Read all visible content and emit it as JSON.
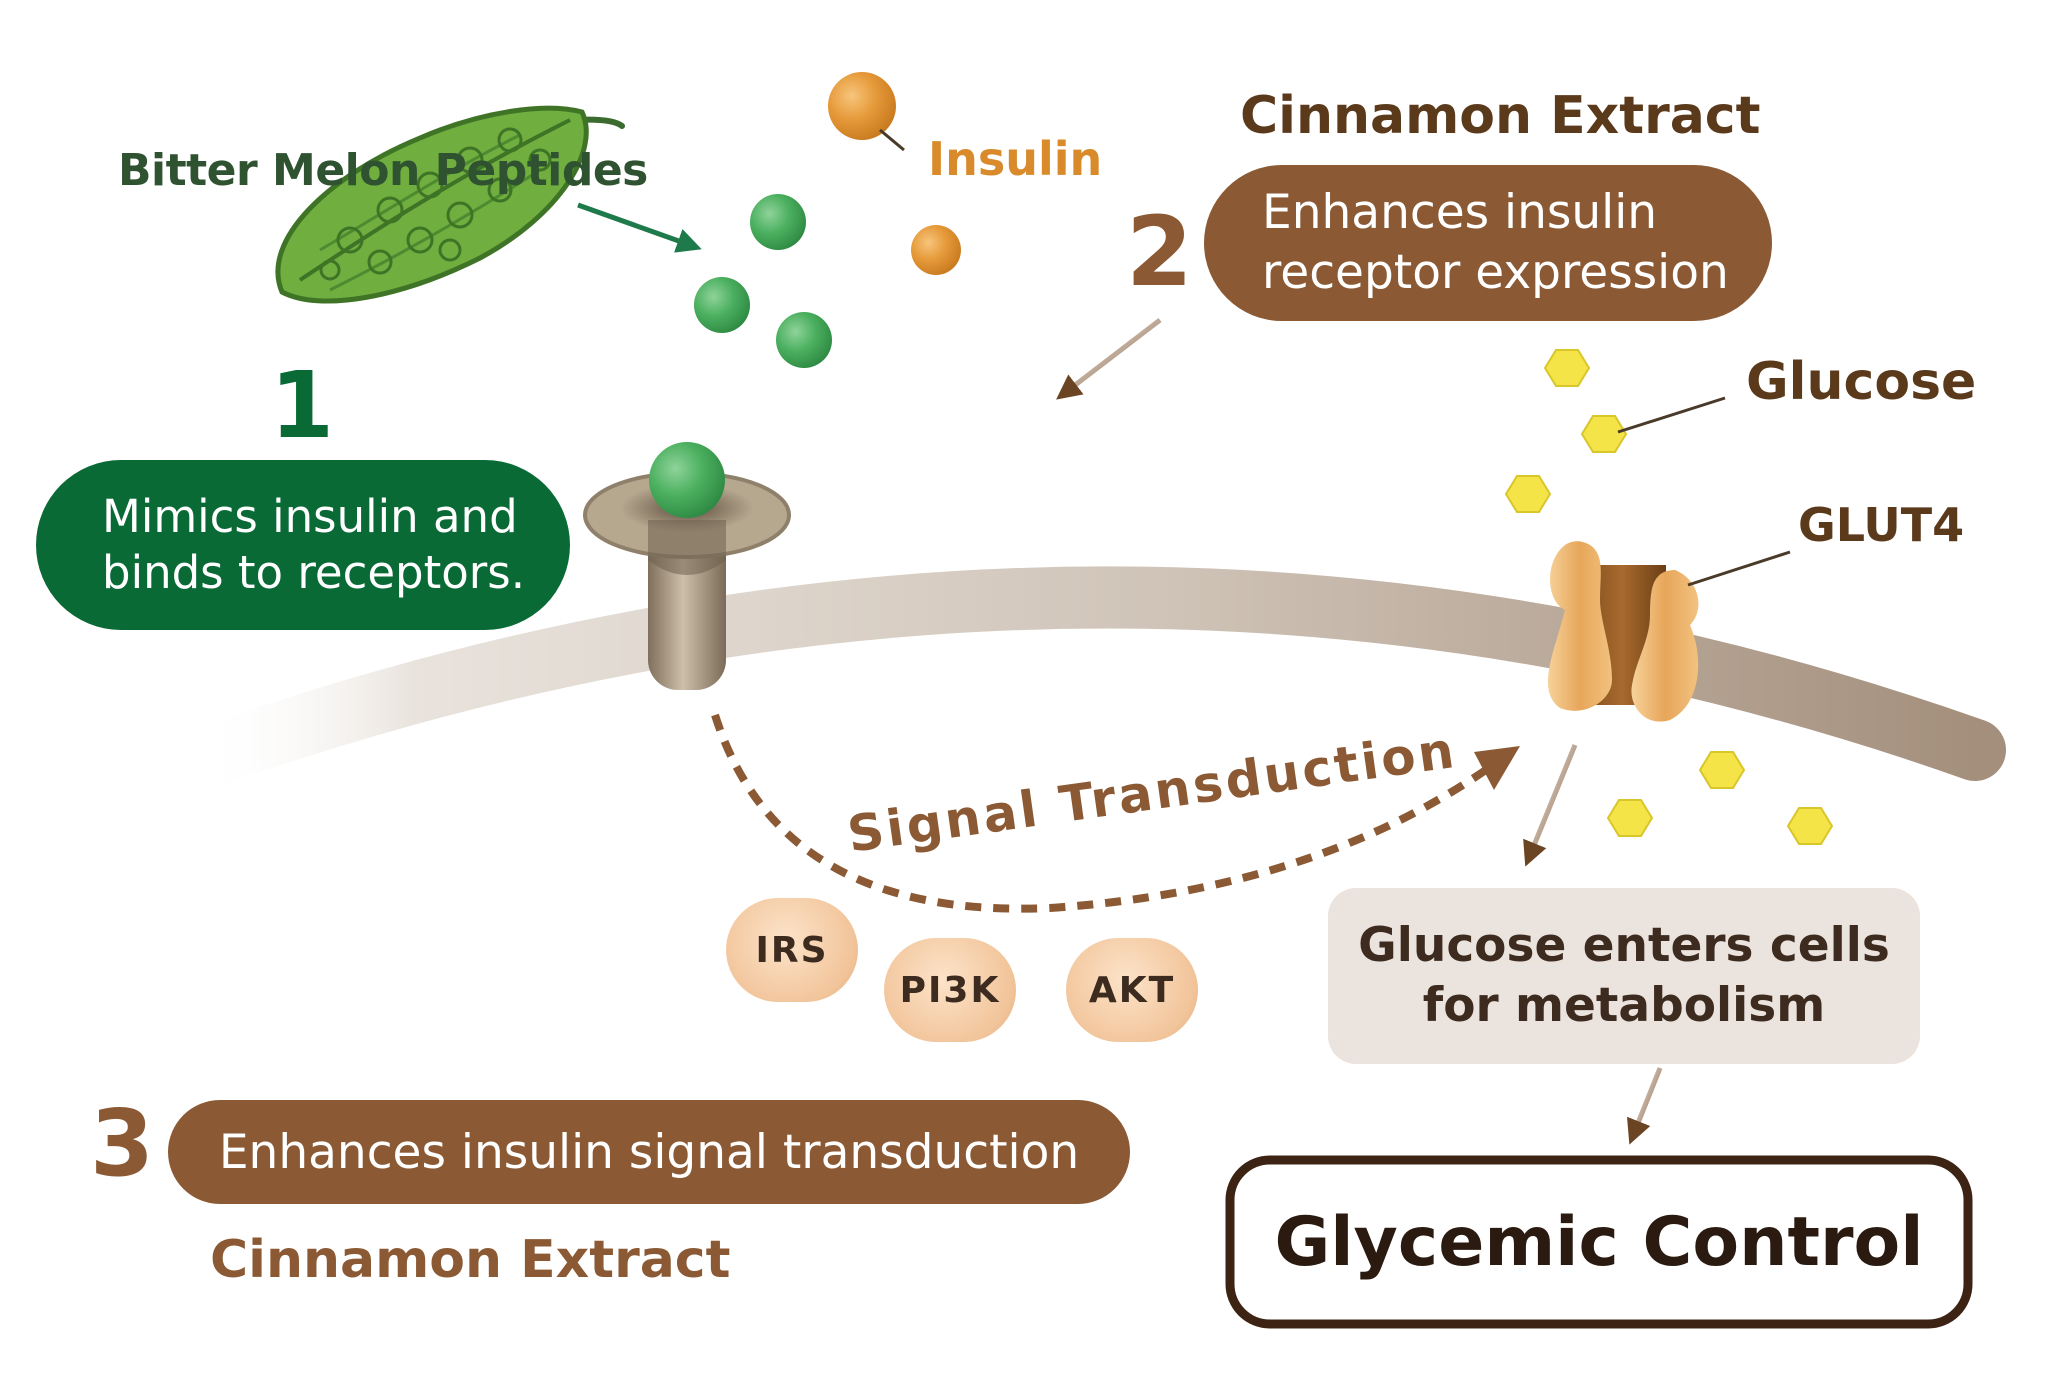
{
  "labels": {
    "bitter_melon": "Bitter Melon Peptides",
    "insulin": "Insulin",
    "cinnamon_top": "Cinnamon Extract",
    "glucose": "Glucose",
    "glut4": "GLUT4",
    "signal": "Signal Transduction",
    "cinnamon_bottom": "Cinnamon Extract"
  },
  "steps": [
    {
      "number": "1",
      "text_lines": [
        "Mimics insulin and",
        "binds to receptors."
      ]
    },
    {
      "number": "2",
      "text_lines": [
        "Enhances insulin",
        "receptor expression"
      ]
    },
    {
      "number": "3",
      "text": "Enhances insulin signal transduction"
    }
  ],
  "enzymes": [
    "IRS",
    "PI3K",
    "AKT"
  ],
  "outcome": {
    "metabolism_lines": [
      "Glucose enters cells",
      "for metabolism"
    ],
    "result": "Glycemic Control"
  },
  "colors": {
    "green_dark": "#0a6a36",
    "green_text": "#2f5230",
    "brown": "#8b5a34",
    "brown_dark": "#5b3a1c",
    "orange": "#d98a2b",
    "membrane": "#c9bcb0",
    "glucose": "#f5e447"
  },
  "icons": [
    "bitter-melon-icon",
    "insulin-molecule-icon",
    "peptide-molecule-icon",
    "insulin-receptor-icon",
    "glut4-transporter-icon",
    "glucose-hexagon-icon",
    "arrow-icon"
  ]
}
